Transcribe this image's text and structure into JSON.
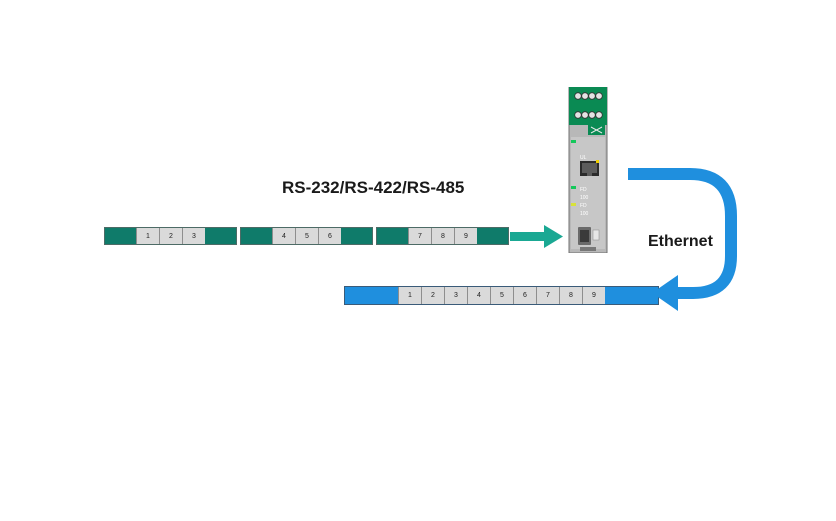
{
  "labels": {
    "protocols": "RS-232/RS-422/RS-485",
    "network": "Ethernet"
  },
  "serial_groups": [
    {
      "cells": [
        "1",
        "2",
        "3"
      ]
    },
    {
      "cells": [
        "4",
        "5",
        "6"
      ]
    },
    {
      "cells": [
        "7",
        "8",
        "9"
      ]
    }
  ],
  "ethernet_bus": {
    "cells": [
      "1",
      "2",
      "3",
      "4",
      "5",
      "6",
      "7",
      "8",
      "9"
    ]
  },
  "device": {
    "led_ul": "UL",
    "led_fd1": "FD",
    "led_100_1": "100",
    "led_fd2": "FD",
    "led_100_2": "100"
  },
  "colors": {
    "teal": "#0f7b6a",
    "teal_arrow": "#1aa893",
    "device_green": "#0a8a53",
    "blue": "#1f8fde"
  }
}
